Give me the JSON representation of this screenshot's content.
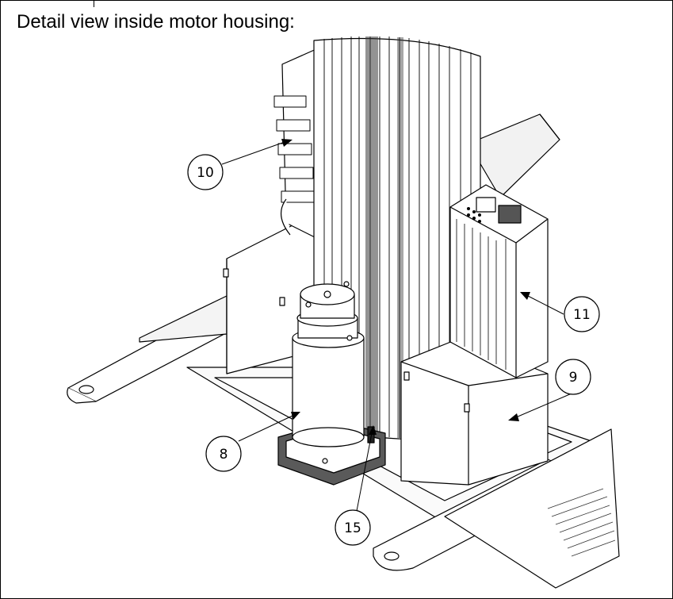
{
  "header": {
    "title": "Detail view inside motor housing:"
  },
  "callouts": [
    {
      "id": "c10",
      "label": "10"
    },
    {
      "id": "c11",
      "label": "11"
    },
    {
      "id": "c9",
      "label": "9"
    },
    {
      "id": "c8",
      "label": "8"
    },
    {
      "id": "c15",
      "label": "15"
    }
  ],
  "colors": {
    "line": "#000000",
    "paper": "#ffffff",
    "shade": "#4a4a4a",
    "light": "#e6e6e6"
  }
}
